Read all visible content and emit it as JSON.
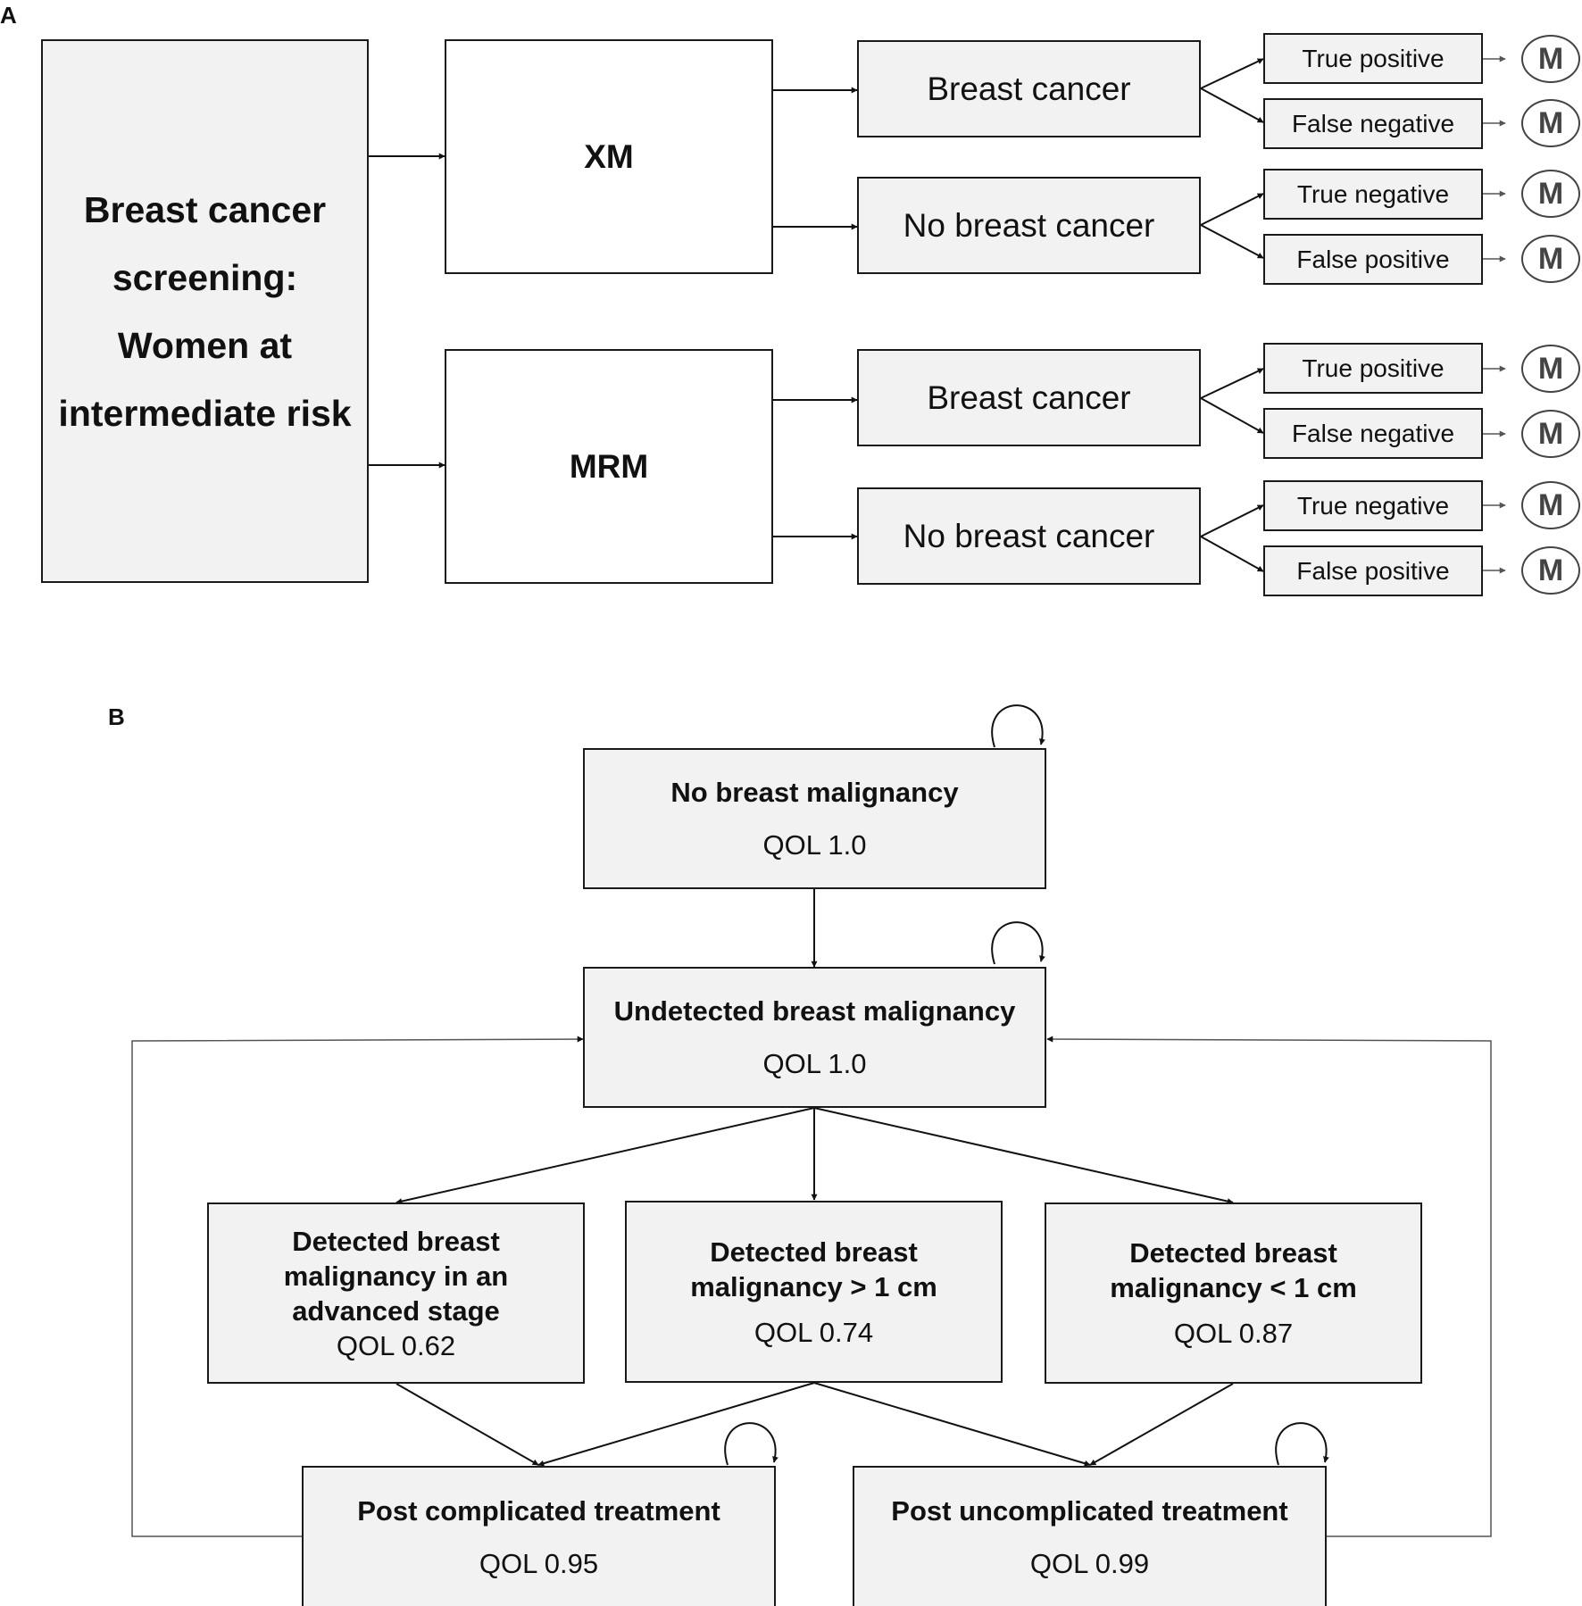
{
  "panel_a": {
    "label": "A",
    "population": [
      "Breast cancer",
      "screening:",
      "Women at",
      "intermediate risk"
    ],
    "strategies": [
      "XM",
      "MRM"
    ],
    "conditions": [
      "Breast cancer",
      "No breast cancer"
    ],
    "outcomes_cancer": [
      "True positive",
      "False negative"
    ],
    "outcomes_no_cancer": [
      "True negative",
      "False positive"
    ],
    "markov_node": "M"
  },
  "panel_b": {
    "label": "B",
    "states": {
      "no_malignancy": {
        "title": "No breast malignancy",
        "qol": "QOL 1.0"
      },
      "undetected": {
        "title": "Undetected breast malignancy",
        "qol": "QOL 1.0"
      },
      "advanced": {
        "title": [
          "Detected breast",
          "malignancy in an",
          "advanced stage"
        ],
        "qol": "QOL 0.62"
      },
      "over_1cm": {
        "title": [
          "Detected breast",
          "malignancy > 1 cm"
        ],
        "qol": "QOL 0.74"
      },
      "under_1cm": {
        "title": [
          "Detected breast",
          "malignancy < 1 cm"
        ],
        "qol": "QOL 0.87"
      },
      "post_complicated": {
        "title": "Post complicated treatment",
        "qol": "QOL 0.95"
      },
      "post_uncomplicated": {
        "title": "Post uncomplicated treatment",
        "qol": "QOL 0.99"
      }
    }
  }
}
